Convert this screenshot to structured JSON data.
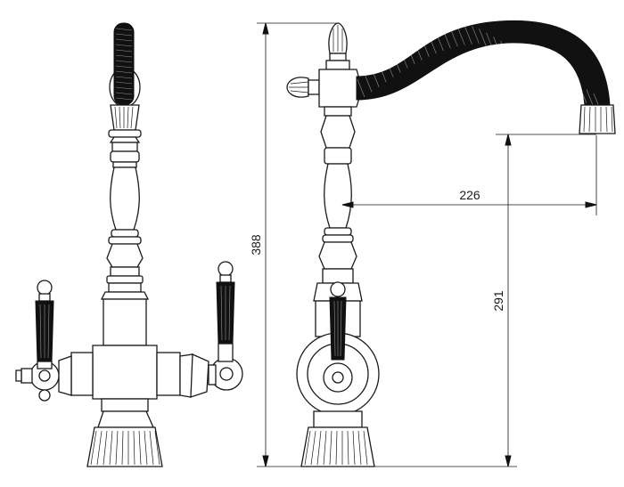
{
  "dimensions": {
    "height_total": "388",
    "spout_reach": "226",
    "spout_height": "291"
  }
}
